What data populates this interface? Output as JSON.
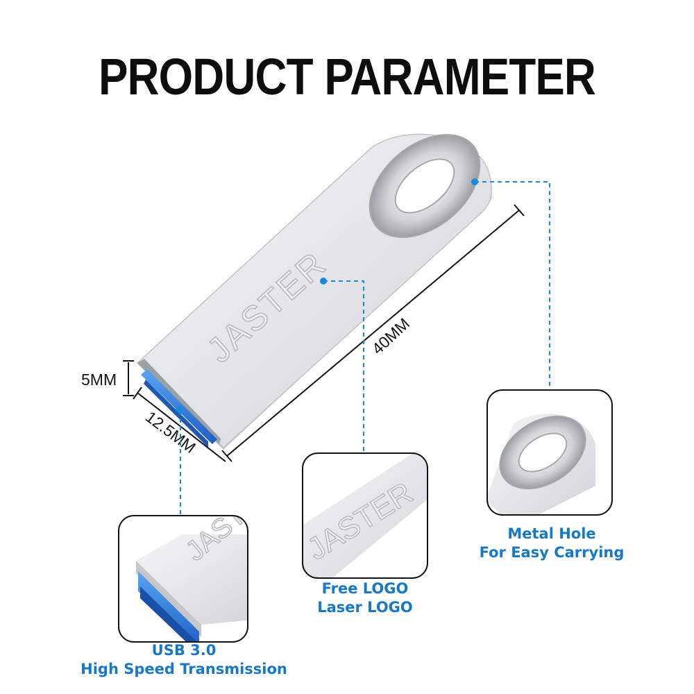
{
  "title": "PRODUCT PARAMETER",
  "brand": "JASTER",
  "dimensions": {
    "length": "40MM",
    "height": "5MM",
    "width": "12.5MM"
  },
  "features": [
    {
      "line1": "USB 3.0",
      "line2": "High Speed Transmission",
      "icon": "usb-port-closeup"
    },
    {
      "line1": "Free LOGO",
      "line2": "Laser LOGO",
      "icon": "logo-closeup"
    },
    {
      "line1": "Metal Hole",
      "line2": "For Easy Carrying",
      "icon": "metal-hole-closeup"
    }
  ],
  "colors": {
    "accent": "#1878c8",
    "usb_blue": "#2f7fe0",
    "metal": "#e4e6e9"
  }
}
